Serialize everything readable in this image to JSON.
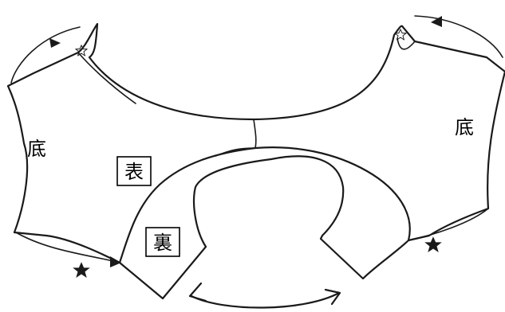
{
  "labels": {
    "bottom_left": "底",
    "outer_side": "表",
    "inner_side": "裏",
    "bottom_right": "底"
  }
}
